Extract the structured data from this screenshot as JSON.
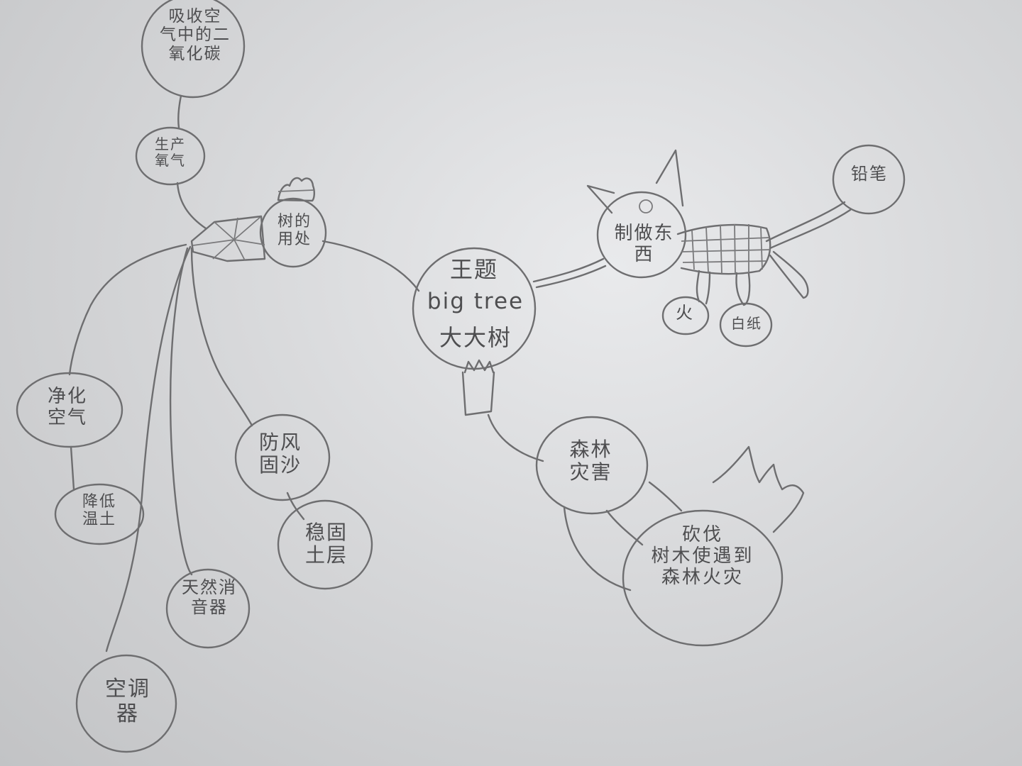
{
  "nodes": {
    "center": {
      "line1": "王题",
      "line2": "big tree",
      "line3": "大大树"
    },
    "uses": {
      "label": "树的\n用处"
    },
    "absorb_co2": {
      "label": "吸收空\n气中的二\n氧化碳"
    },
    "produce_o2": {
      "label": "生产\n氧气"
    },
    "purify_air": {
      "label": "净化\n空气"
    },
    "lower_temp": {
      "label": "降低\n温土"
    },
    "windbreak": {
      "label": "防风\n固沙"
    },
    "stabilize_soil": {
      "label": "稳固\n土层"
    },
    "silencer": {
      "label": "天然消\n音器"
    },
    "air_conditioner": {
      "label": "空调\n器"
    },
    "make_things": {
      "label": "制做东\n西"
    },
    "pencil": {
      "label": "铅笔"
    },
    "fire": {
      "label": "火"
    },
    "white_paper": {
      "label": "白纸"
    },
    "forest_disaster": {
      "label": "森林\n灾害"
    },
    "cutting": {
      "label": "砍伐\n树木使遇到\n森林火灾"
    }
  }
}
